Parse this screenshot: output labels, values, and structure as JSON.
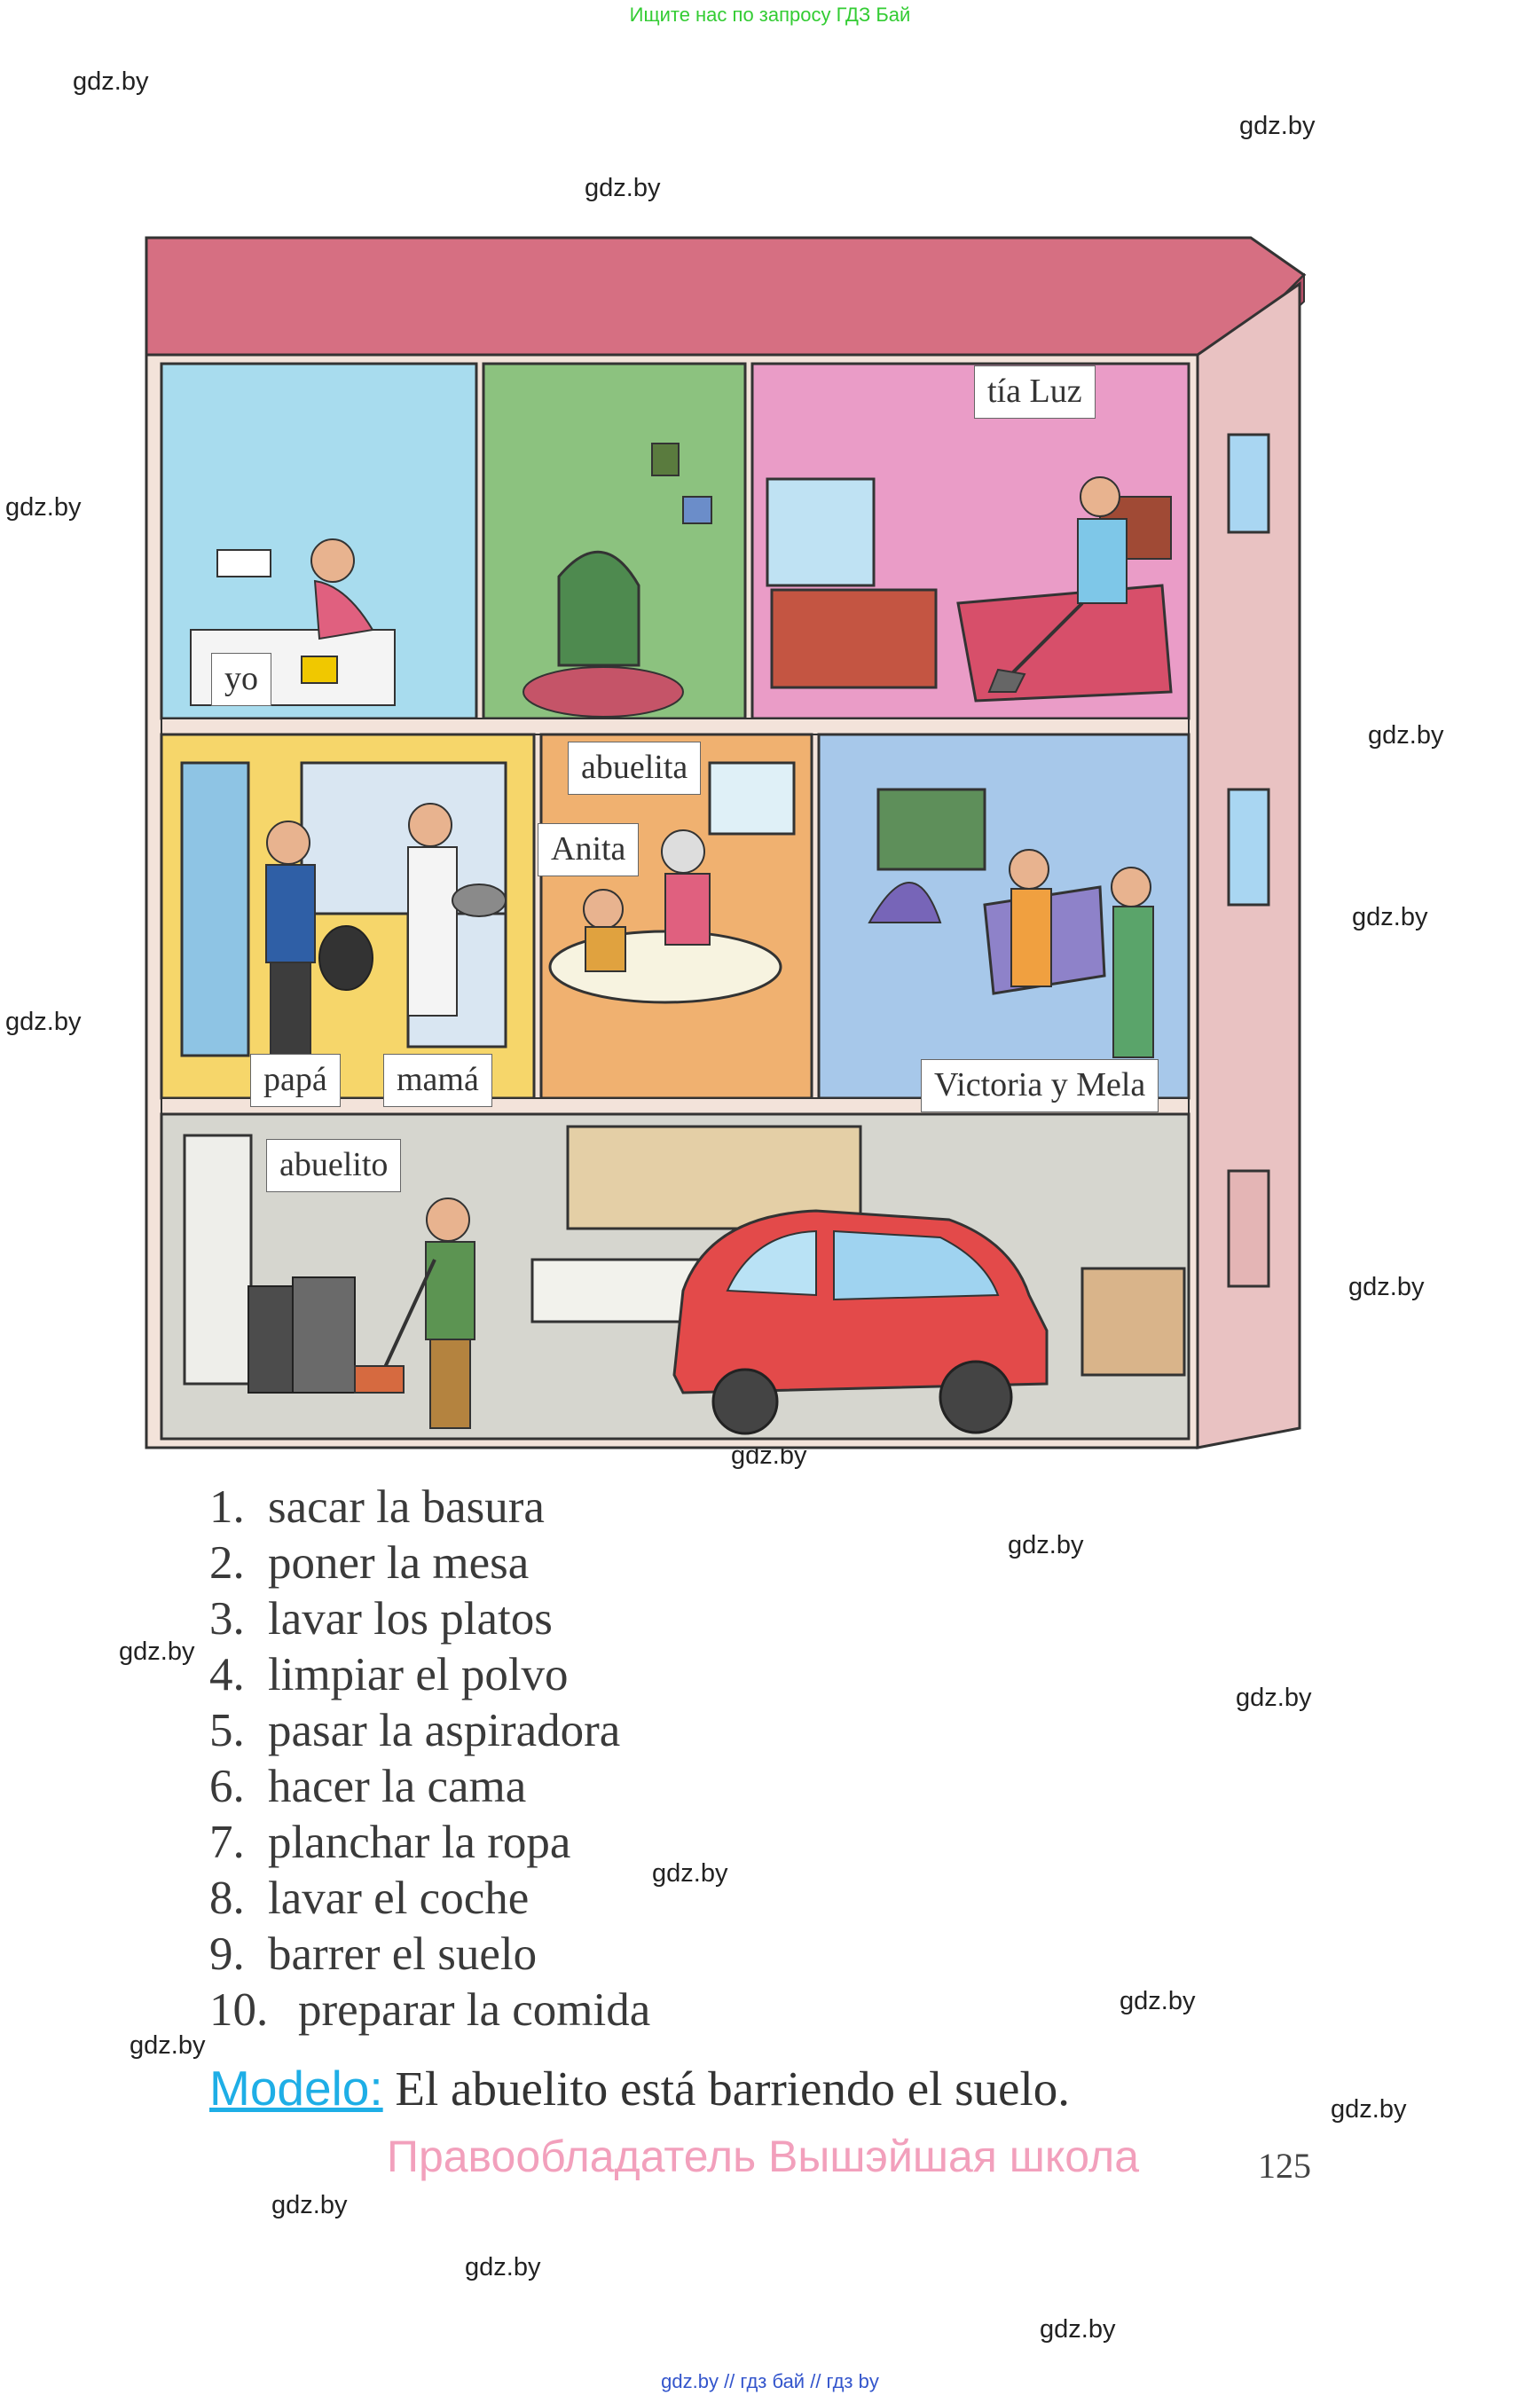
{
  "header": {
    "text": "Ищите нас по запросу ГДЗ Бай"
  },
  "watermark": "gdz.by",
  "labels": {
    "yo": "yo",
    "tia_luz": "tía Luz",
    "abuelita": "abuelita",
    "anita": "Anita",
    "papa": "papá",
    "mama": "mamá",
    "victoria_y_mela": "Victoria y Mela",
    "abuelito": "abuelito"
  },
  "items": [
    {
      "num": "1.",
      "text": "sacar la basura"
    },
    {
      "num": "2.",
      "text": "poner la mesa"
    },
    {
      "num": "3.",
      "text": "lavar los platos"
    },
    {
      "num": "4.",
      "text": "limpiar el polvo"
    },
    {
      "num": "5.",
      "text": "pasar la aspiradora"
    },
    {
      "num": "6.",
      "text": "hacer la cama"
    },
    {
      "num": "7.",
      "text": "planchar la ropa"
    },
    {
      "num": "8.",
      "text": "lavar el coche"
    },
    {
      "num": "9.",
      "text": "barrer el suelo"
    },
    {
      "num": "10.",
      "text": "preparar la comida"
    }
  ],
  "modelo": {
    "label": "Modelo:",
    "text": " El abuelito está barriendo el suelo."
  },
  "copyright": "Правообладатель Вышэйшая школа",
  "page_number": "125",
  "footer": {
    "text": "gdz.by  //  гдз бай  //  гдз by"
  }
}
